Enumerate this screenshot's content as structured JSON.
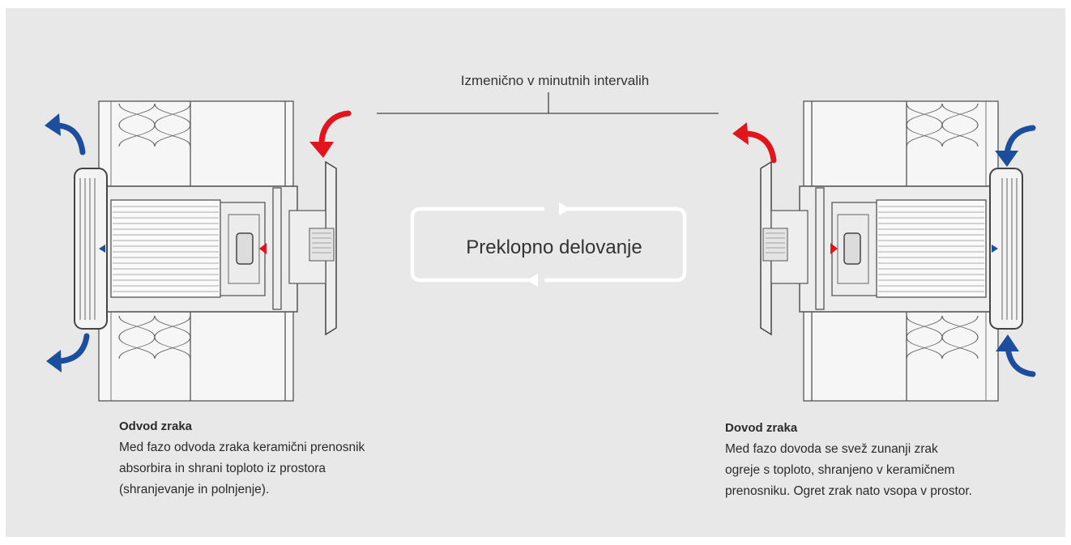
{
  "interval_label": "Izmenično v minutnih intervalih",
  "switch_label": "Preklopno delovanje",
  "left_phase": {
    "title": "Odvod zraka",
    "lines": [
      "Med fazo odvoda zraka keramični prenosnik",
      "absorbira in shrani toploto iz prostora",
      "(shranjevanje in polnjenje)."
    ]
  },
  "right_phase": {
    "title": "Dovod zraka",
    "lines": [
      "Med fazo dovoda se svež zunanji zrak",
      "ogreje s toploto, shranjeno v keramičnem",
      "prenosniku. Ogret zrak nato vsopa v prostor."
    ]
  },
  "colors": {
    "background": "#e8e8e8",
    "warm_arrow": "#e2141c",
    "cool_arrow": "#1d4e9e",
    "outline": "#555555"
  }
}
